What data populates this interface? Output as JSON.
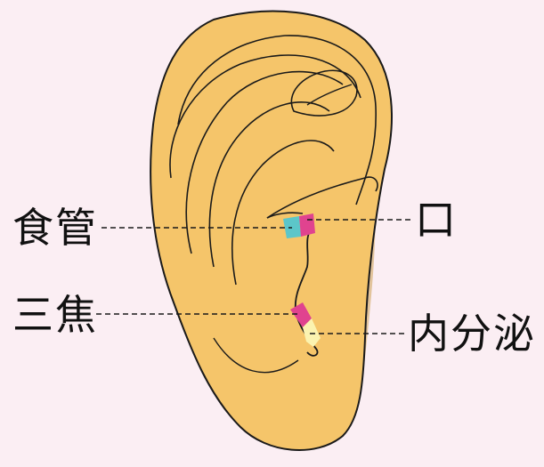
{
  "labels": {
    "esophagus": "食管",
    "mouth": "口",
    "sanjiao": "三焦",
    "endocrine": "内分泌"
  },
  "colors": {
    "background": "#fbeef3",
    "skin": "#f5c56a",
    "outline": "#1a1a1a",
    "esophagus_point": "#5cc6c9",
    "mouth_point": "#e0438f",
    "sanjiao_point": "#e0438f",
    "endocrine_point": "#fbf3b0"
  }
}
